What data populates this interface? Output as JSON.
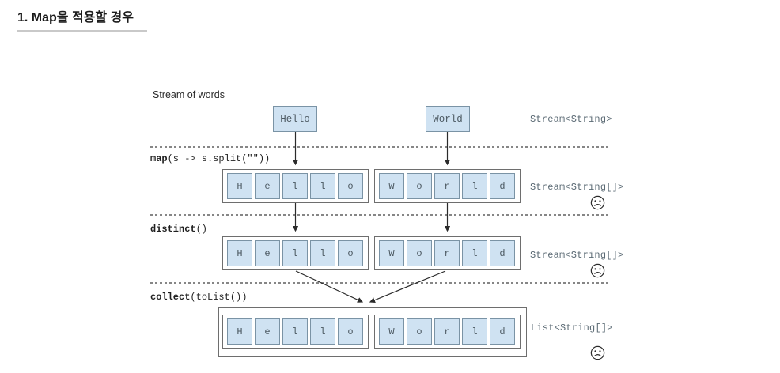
{
  "page": {
    "title": "1. Map을 적용할 경우"
  },
  "diagram": {
    "stream_label": "Stream of words",
    "source": {
      "hello": "Hello",
      "world": "World"
    },
    "stages": {
      "map": {
        "name": "map",
        "args": "(s -> s.split(\"\"))"
      },
      "distinct": {
        "name": "distinct",
        "args": "()"
      },
      "collect": {
        "name": "collect",
        "args": "(toList())"
      }
    },
    "types": {
      "row0": "Stream<String>",
      "row1": "Stream<String[]>",
      "row2": "Stream<String[]>",
      "row3": "List<String[]>"
    },
    "letters": {
      "hello": [
        "H",
        "e",
        "l",
        "l",
        "o"
      ],
      "world": [
        "W",
        "o",
        "r",
        "l",
        "d"
      ]
    },
    "icons": {
      "result_mood": "frowning-face"
    },
    "colors": {
      "cell_fill": "#cfe2f2",
      "cell_border": "#7a93a5",
      "container_border": "#6e6e6e",
      "dashed_line": "#868686",
      "title_divider": "#c9c9c9",
      "arrow": "#2b2b2b"
    }
  }
}
